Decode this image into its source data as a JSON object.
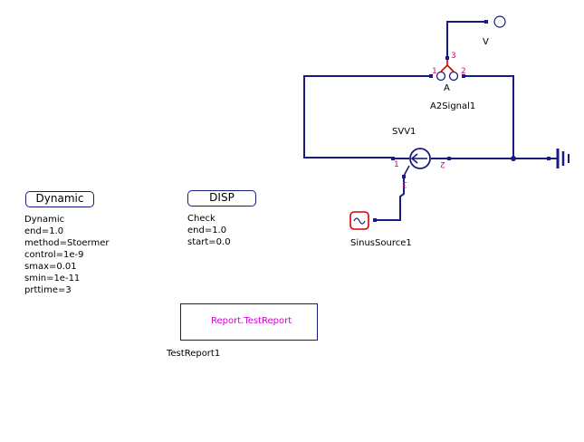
{
  "components": {
    "voltmeter_label": "V",
    "a2signal": {
      "pin_label": "A",
      "name": "A2Signal1",
      "pin1": "1",
      "pin2": "2",
      "pin3": "3"
    },
    "svv": {
      "name": "SVV1",
      "pin1": "1",
      "pin2": "2",
      "pin3": "3"
    },
    "sinus_source": {
      "name": "SinusSource1"
    },
    "dynamic": {
      "title": "Dynamic",
      "lines": [
        "Dynamic",
        "end=1.0",
        "method=Stoermer",
        "control=1e-9",
        "smax=0.01",
        "smin=1e-11",
        "prttime=3"
      ]
    },
    "disp": {
      "title": "DISP",
      "lines": [
        "Check",
        "end=1.0",
        "start=0.0"
      ]
    },
    "report": {
      "inner_label": "Report.TestReport",
      "name": "TestReport1"
    }
  },
  "colors": {
    "wire": "#1a1a80",
    "pin_label": "#e0007a",
    "junction": "#1a1a80",
    "source_red": "#d40000",
    "report_text": "#d400d4"
  }
}
